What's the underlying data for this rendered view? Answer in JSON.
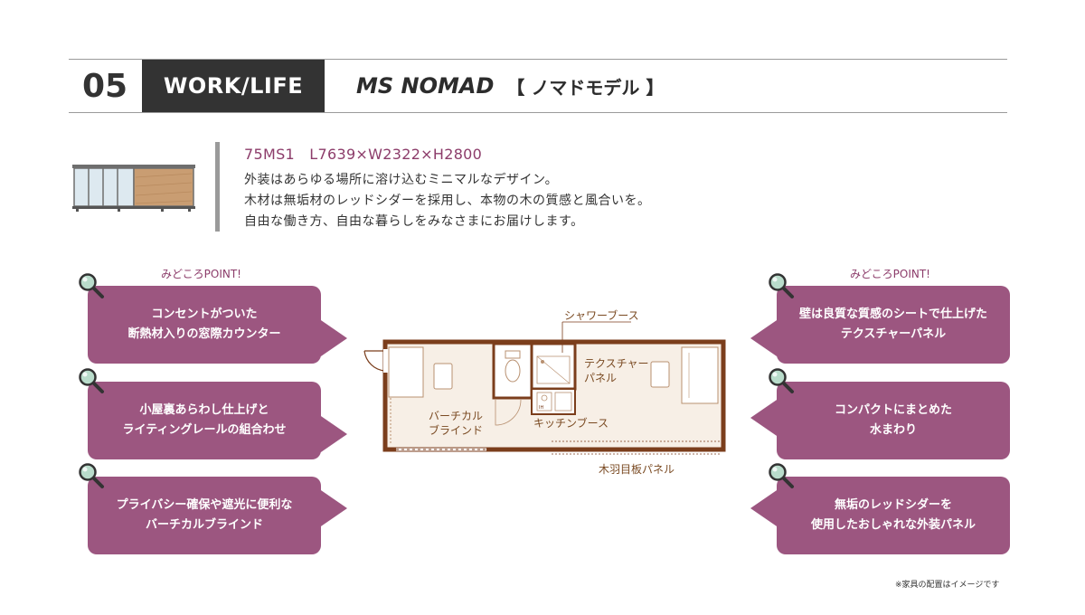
{
  "header": {
    "section_number": "05",
    "category": "WORK/LIFE",
    "model_name": "MS NOMAD",
    "model_sub": "【 ノマドモデル 】"
  },
  "product": {
    "spec": "75MS1　L7639×W2322×H2800",
    "description": [
      "外装はあらゆる場所に溶け込むミニマルなデザイン。",
      "木材は無垢材のレッドシダーを採用し、本物の木の質感と風合いを。",
      "自由な働き方、自由な暮らしをみなさまにお届けします。"
    ]
  },
  "left_points": {
    "label": "みどころPOINT!",
    "items": [
      {
        "lines": [
          "コンセントがついた",
          "断熱材入りの窓際カウンター"
        ]
      },
      {
        "lines": [
          "小屋裏あらわし仕上げと",
          "ライティングレールの組合わせ"
        ]
      },
      {
        "lines": [
          "プライバシー確保や遮光に便利な",
          "バーチカルブラインド"
        ]
      }
    ]
  },
  "right_points": {
    "label": "みどころPOINT!",
    "items": [
      {
        "lines": [
          "壁は良質な質感のシートで仕上げた",
          "テクスチャーパネル"
        ]
      },
      {
        "lines": [
          "コンパクトにまとめた",
          "水まわり"
        ]
      },
      {
        "lines": [
          "無垢のレッドシダーを",
          "使用したおしゃれな外装パネル"
        ]
      }
    ]
  },
  "floor_plan": {
    "shower_booth": "シャワーブース",
    "texture_panel": [
      "テクスチャー",
      "パネル"
    ],
    "vertical_blind": [
      "バーチカル",
      "ブラインド"
    ],
    "kitchen_booth": "キッチンブース",
    "wood_panel": "木羽目板パネル",
    "sink_label": "IH"
  },
  "note": "※家具の配置はイメージです",
  "colors": {
    "accent": "#9c5680",
    "accent_text": "#8c3c6a",
    "header_dark": "#333333",
    "wall": "#7b3e1c",
    "floor": "#f7efe6"
  }
}
